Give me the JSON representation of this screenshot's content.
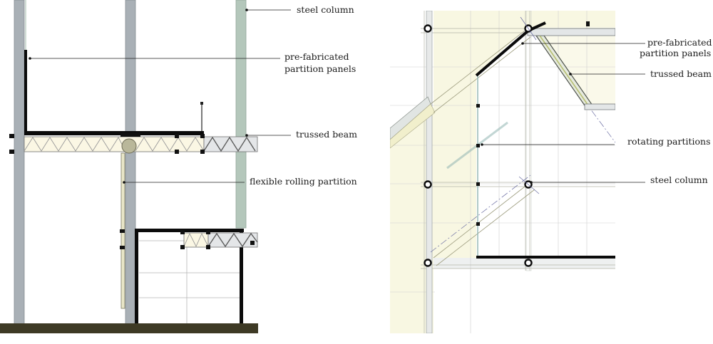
{
  "section_view": {
    "labels": {
      "steel_column": "steel column",
      "partition_panels_line1": "pre-fabricated",
      "partition_panels_line2": "partition panels",
      "trussed_beam": "trussed beam",
      "rolling_partition": "flexible rolling partition"
    }
  },
  "plan_view": {
    "labels": {
      "partition_panels_line1": "pre-fabricated",
      "partition_panels_line2": "partition panels",
      "trussed_beam": "trussed beam",
      "rotating_partitions": "rotating partitions",
      "steel_column": "steel column"
    }
  },
  "colors": {
    "column_grey": "#a9b0b6",
    "column_green": "#b4c7bb",
    "ground": "#3e3a25",
    "truss_fill": "#fbf7e4",
    "plan_fill": "#f8f7e2",
    "ink": "#0b0b0b"
  }
}
